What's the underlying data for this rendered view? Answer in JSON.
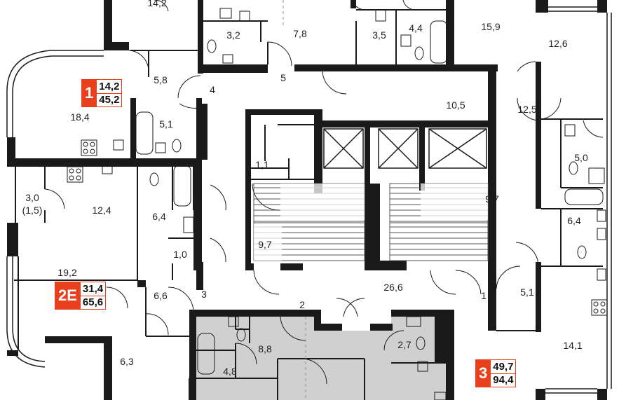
{
  "rooms": {
    "r_top_left": "14,2",
    "r_3_2": "3,2",
    "r_7_8": "7,8",
    "r_3_5": "3,5",
    "r_4_4": "4,4",
    "r_15_9": "15,9",
    "r_12_6": "12,6",
    "r_5_8": "5,8",
    "r_5": "5",
    "r_4": "4",
    "r_10_5": "10,5",
    "r_12_5": "12,5",
    "r_18_4": "18,4",
    "r_5_1a": "5,1",
    "r_5_0": "5,0",
    "r_1_1": "1,1",
    "r_3_0": "3,0",
    "r_1_5": "(1,5)",
    "r_12_4": "12,4",
    "r_9_7a": "9,7",
    "r_6_4a": "6,4",
    "r_6_4b": "6,4",
    "r_1_0": "1,0",
    "r_9_7b": "9,7",
    "r_19_2": "19,2",
    "r_6_6": "6,6",
    "r_3": "3",
    "r_26_6": "26,6",
    "r_1": "1",
    "r_5_1b": "5,1",
    "r_2": "2",
    "r_8_8": "8,8",
    "r_2_7": "2,7",
    "r_4_8": "4,8",
    "r_6_3": "6,3",
    "r_14_1": "14,1"
  },
  "badges": {
    "apt1": {
      "tag": "1",
      "living": "14,2",
      "total": "45,2"
    },
    "apt2e": {
      "tag": "2E",
      "living": "31,4",
      "total": "65,6"
    },
    "apt3": {
      "tag": "3",
      "living": "49,7",
      "total": "94,4"
    }
  },
  "colors": {
    "accent": "#e8401c",
    "wall": "#1a1a1a",
    "shaded": "#d0d0d0"
  }
}
